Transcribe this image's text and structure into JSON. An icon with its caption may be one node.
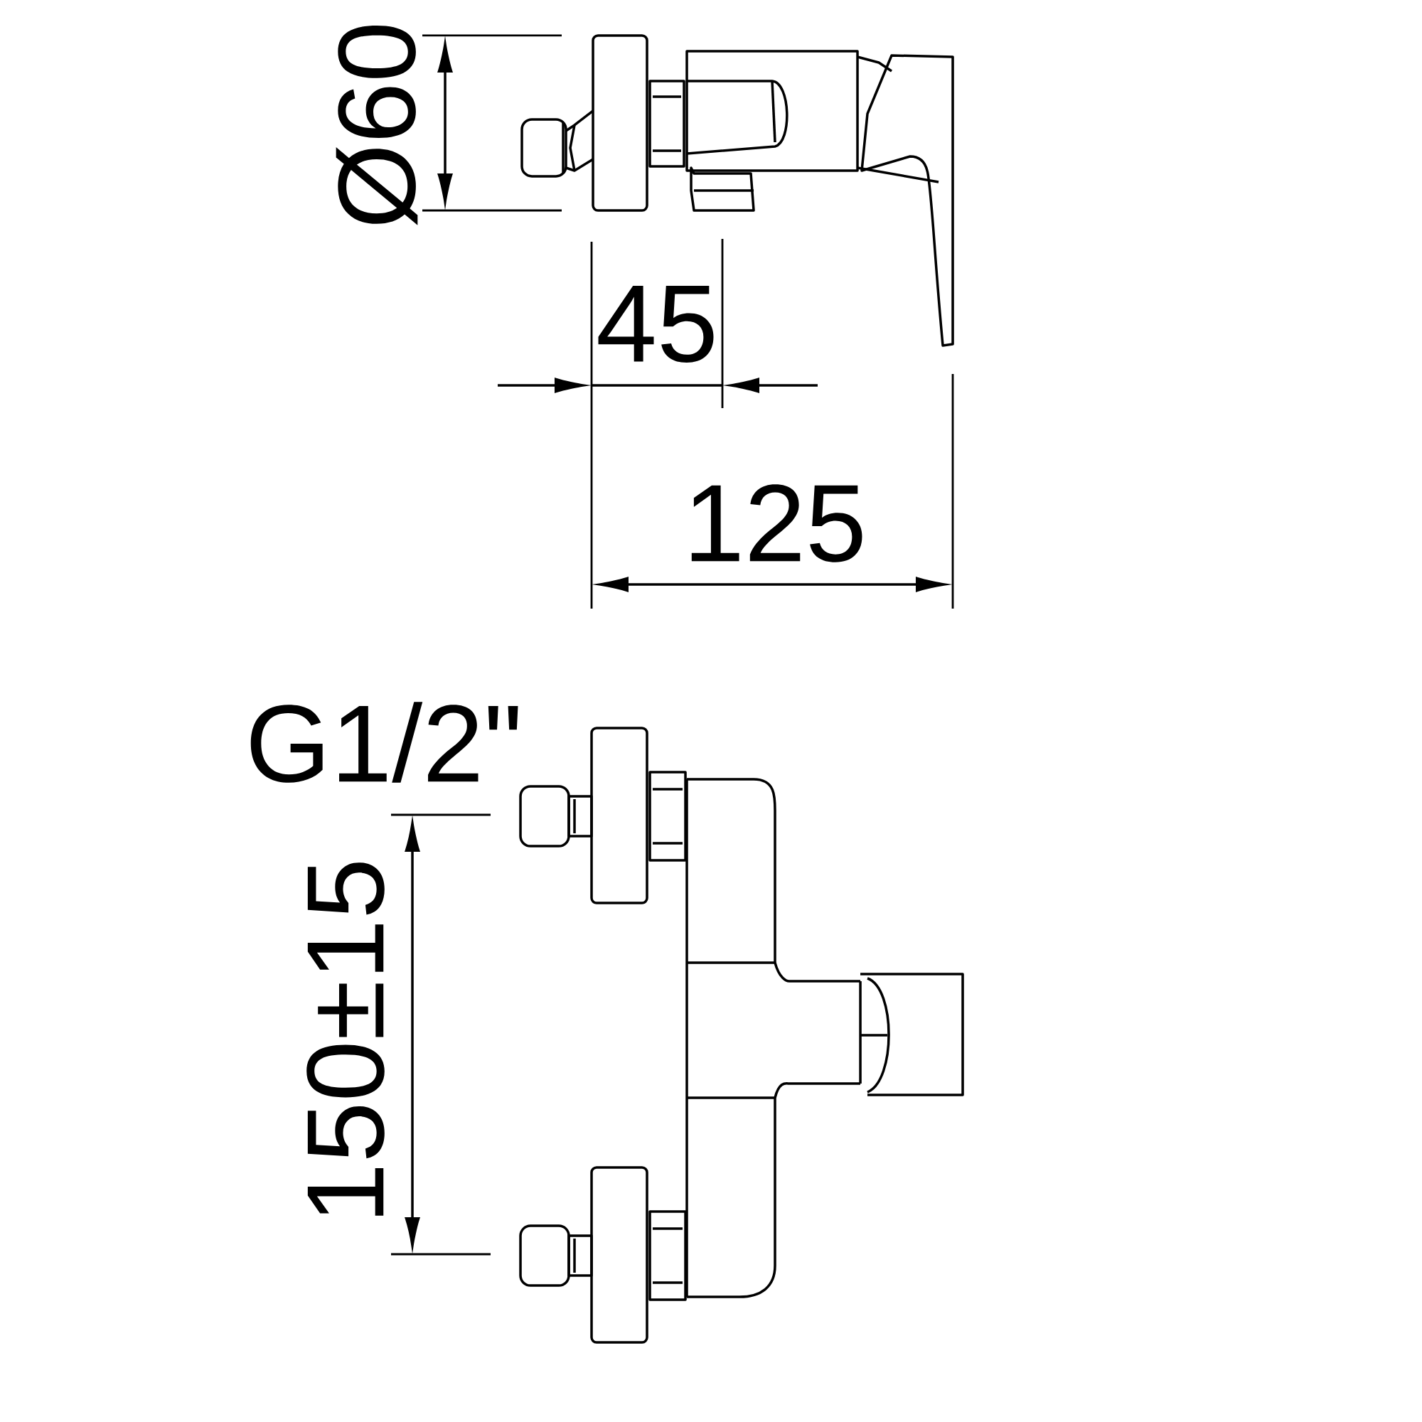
{
  "diagram": {
    "labels": [
      "Ø60",
      "45",
      "125",
      "G1/2\"",
      "150±15"
    ]
  }
}
